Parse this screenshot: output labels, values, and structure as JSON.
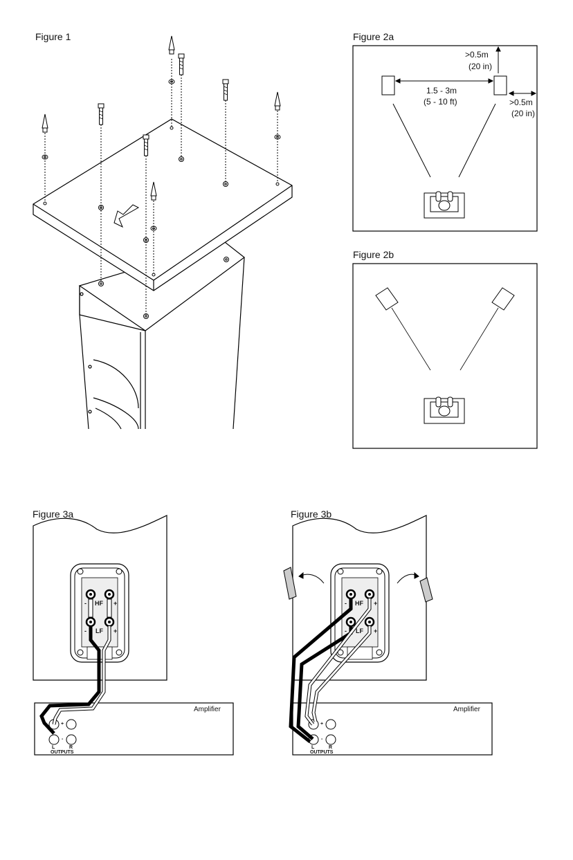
{
  "figures": {
    "fig1": {
      "label": "Figure 1"
    },
    "fig2a": {
      "label": "Figure 2a",
      "spacing_m": "1.5 - 3m",
      "spacing_ft": "(5 - 10 ft)",
      "top_clear_m": ">0.5m",
      "top_clear_in": "(20 in)",
      "side_clear_m": ">0.5m",
      "side_clear_in": "(20 in)"
    },
    "fig2b": {
      "label": "Figure 2b"
    },
    "fig3a": {
      "label": "Figure 3a",
      "amplifier": "Amplifier",
      "terminal_hf": "HF",
      "terminal_lf": "LF",
      "out_l": "L",
      "out_r": "R",
      "outputs": "OUTPUTS",
      "plus": "+",
      "minus": "-"
    },
    "fig3b": {
      "label": "Figure 3b",
      "amplifier": "Amplifier",
      "terminal_hf": "HF",
      "terminal_lf": "LF",
      "out_l": "L",
      "out_r": "R",
      "outputs": "OUTPUTS",
      "plus": "+",
      "minus": "-"
    }
  }
}
